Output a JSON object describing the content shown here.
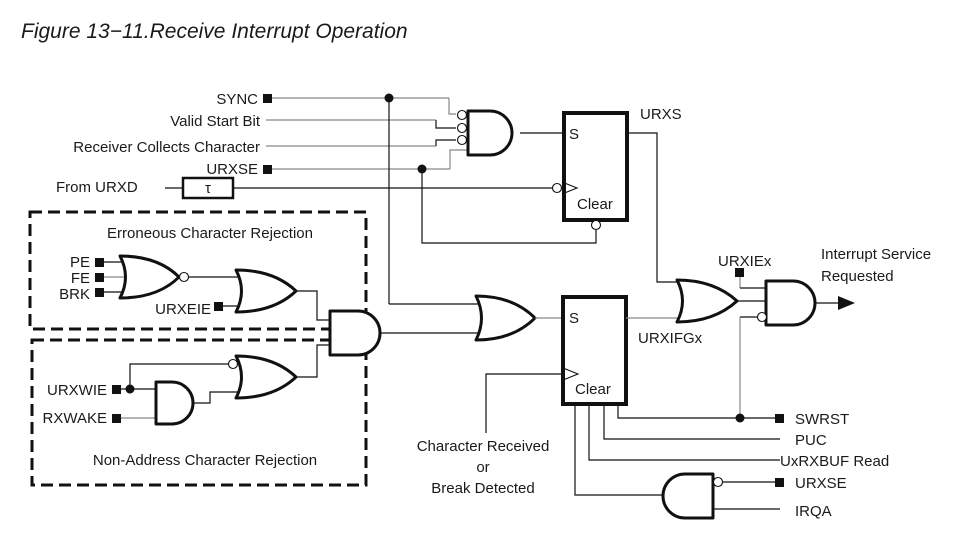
{
  "figure": {
    "title": "Figure 13−11.Receive Interrupt Operation"
  },
  "inputs": {
    "sync": "SYNC",
    "valid_start_bit": "Valid Start Bit",
    "receiver_collects": "Receiver Collects Character",
    "urxse_top": "URXSE",
    "from_urxd": "From URXD",
    "tau_symbol": "τ"
  },
  "groups": {
    "erroneous": {
      "title": "Erroneous Character Rejection",
      "pe": "PE",
      "fe": "FE",
      "brk": "BRK",
      "urxeie": "URXEIE"
    },
    "non_address": {
      "title": "Non-Address Character Rejection",
      "urxwie": "URXWIE",
      "rxwake": "RXWAKE"
    }
  },
  "flipflops": {
    "top": {
      "set": "S",
      "clear": "Clear",
      "output": "URXS"
    },
    "bottom": {
      "set": "S",
      "clear": "Clear",
      "output": "URXIFGx"
    }
  },
  "outputs": {
    "urxiex": "URXIEx",
    "interrupt_line1": "Interrupt Service",
    "interrupt_line2": "Requested"
  },
  "clock_source": {
    "line1": "Character Received",
    "line2": "or",
    "line3": "Break Detected"
  },
  "clear_inputs": {
    "swrst": "SWRST",
    "puc": "PUC",
    "uxrxbuf_read": "UxRXBUF Read",
    "urxse": "URXSE",
    "irqa": "IRQA"
  }
}
